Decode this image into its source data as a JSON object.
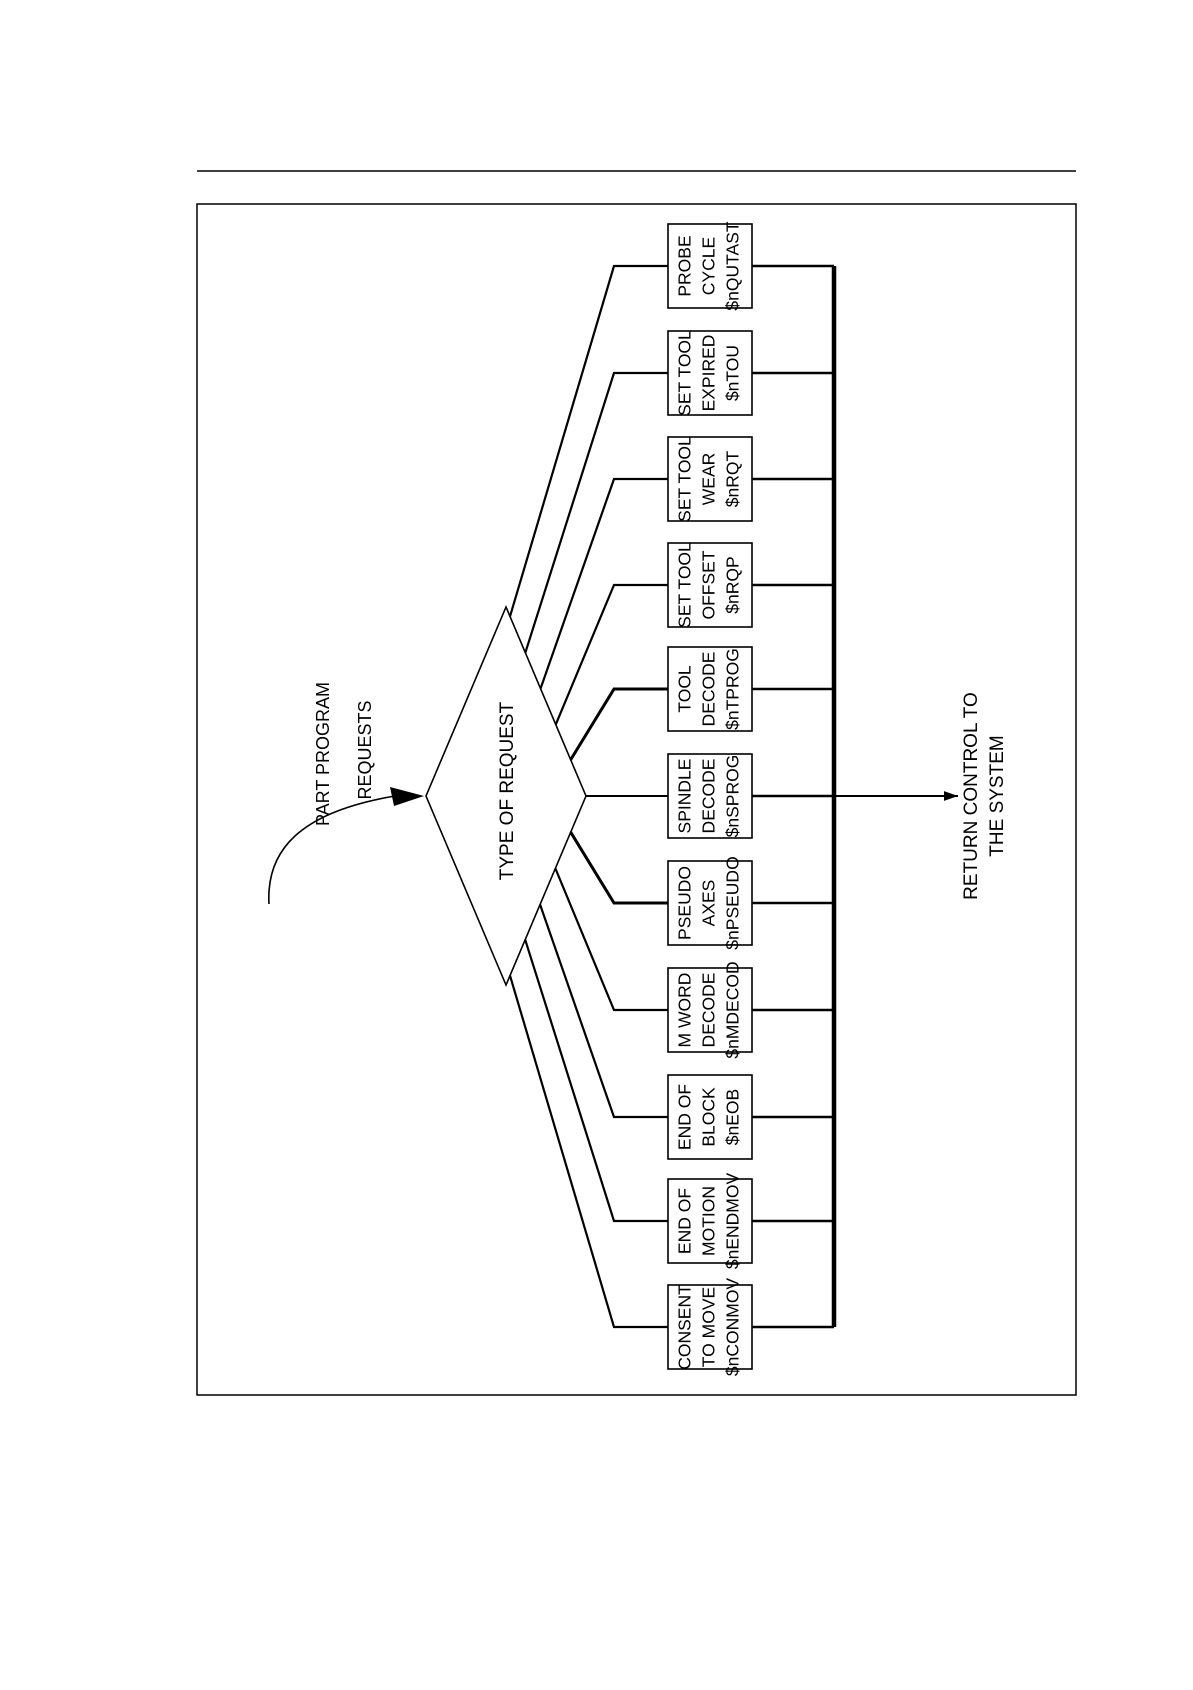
{
  "diagram": {
    "input_label": [
      "PART PROGRAM",
      "REQUESTS"
    ],
    "decision_label": "TYPE OF REQUEST",
    "output_label": [
      "RETURN CONTROL TO",
      "THE SYSTEM"
    ],
    "handlers": [
      {
        "lines": [
          "CONSENT",
          "TO MOVE",
          "$nCONMOV"
        ]
      },
      {
        "lines": [
          "END OF",
          "MOTION",
          "$nENDMOV"
        ]
      },
      {
        "lines": [
          "END OF",
          "BLOCK",
          "$nEOB"
        ]
      },
      {
        "lines": [
          "M WORD",
          "DECODE",
          "$nMDECOD"
        ]
      },
      {
        "lines": [
          "PSEUDO",
          "AXES",
          "$nPSEUDO"
        ]
      },
      {
        "lines": [
          "SPINDLE",
          "DECODE",
          "$nSPROG"
        ]
      },
      {
        "lines": [
          "TOOL",
          "DECODE",
          "$nTPROG"
        ]
      },
      {
        "lines": [
          "SET TOOL",
          "OFFSET",
          "$nRQP"
        ]
      },
      {
        "lines": [
          "SET TOOL",
          "WEAR",
          "$nRQT"
        ]
      },
      {
        "lines": [
          "SET TOOL",
          "EXPIRED",
          "$nTOU"
        ]
      },
      {
        "lines": [
          "PROBE",
          "CYCLE",
          "$nQUTAST"
        ]
      }
    ]
  }
}
